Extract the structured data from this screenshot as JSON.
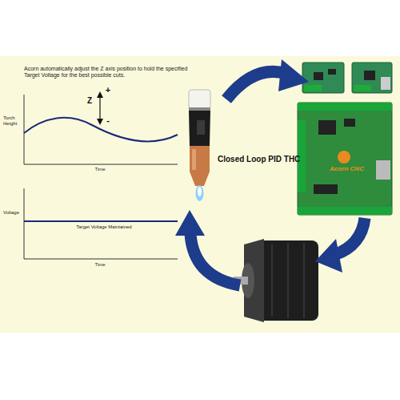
{
  "diagram": {
    "nodes": [
      {
        "text": [
          "Acorn CNC"
        ]
      }
    ],
    "labels": [
      "Acorn automatically adjust the Z axis position to hold the specified Target Voltage for the best possible cuts.",
      "Torch Height",
      "Z",
      "+",
      "-",
      "Time",
      "Voltage",
      "Target Voltage Maintained",
      "Time",
      "Closed Loop PID THC"
    ]
  }
}
